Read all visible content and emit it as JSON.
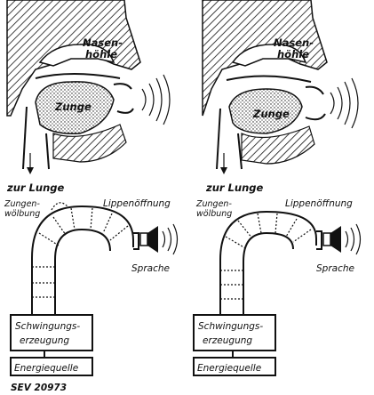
{
  "left_panel": {
    "nasal_cavity": [
      "Nasen-",
      "höhle"
    ],
    "tongue": "Zunge",
    "to_lung": "zur Lunge",
    "tongue_arch": [
      "Zungen-",
      "wölbung"
    ],
    "lip_opening": "Lippenöffnung",
    "speech": "Sprache",
    "oscillation_box": [
      "Schwingungs-",
      "erzeugung"
    ],
    "energy_box": "Energiequelle"
  },
  "right_panel": {
    "nasal_cavity": [
      "Nasen-",
      "höhle"
    ],
    "tongue": "Zunge",
    "to_lung": "zur Lunge",
    "tongue_arch": [
      "Zungen-",
      "wölbung"
    ],
    "lip_opening": "Lippenöffnung",
    "speech": "Sprache",
    "oscillation_box": [
      "Schwingungs-",
      "erzeugung"
    ],
    "energy_box": "Energiequelle"
  },
  "figure_code": "SEV 20973",
  "colors": {
    "ink": "#111111",
    "paper": "#ffffff"
  }
}
